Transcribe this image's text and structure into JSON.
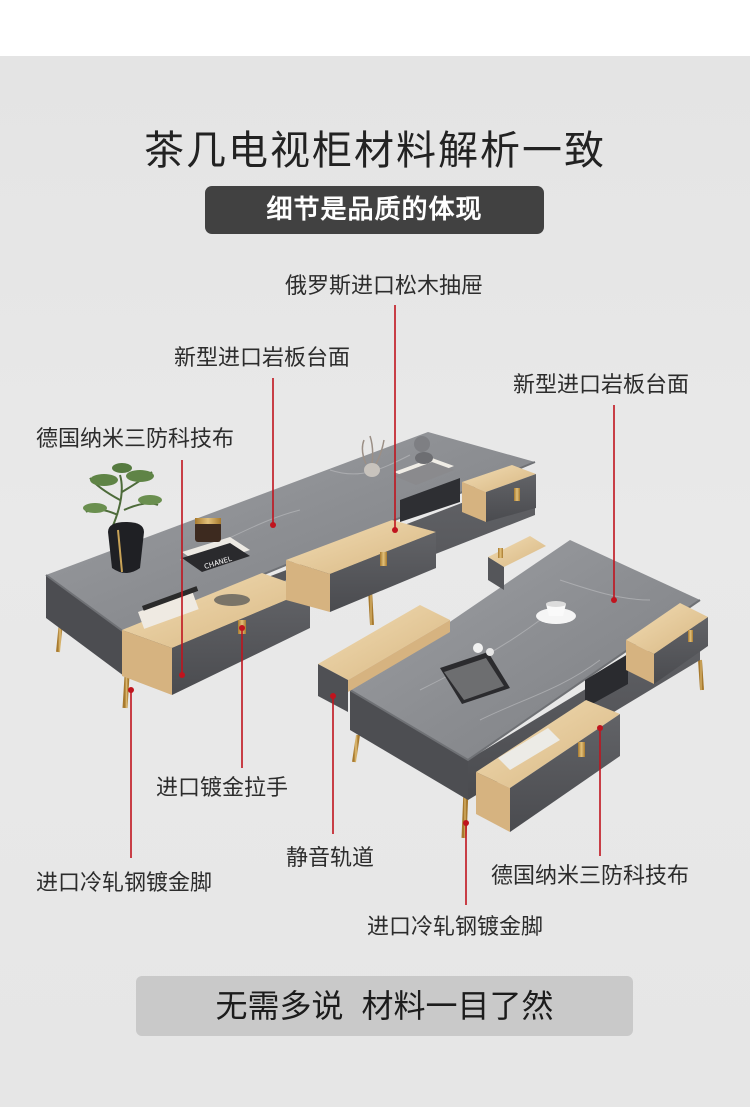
{
  "header": {
    "title": "茶几电视柜材料解析一致",
    "subtitle": "细节是品质的体现"
  },
  "labels": {
    "drawer_wood": "俄罗斯进口松木抽屉",
    "tv_slate": "新型进口岩板台面",
    "coffee_slate": "新型进口岩板台面",
    "tv_fabric": "德国纳米三防科技布",
    "handle": "进口镀金拉手",
    "tv_legs": "进口冷轧钢镀金脚",
    "rail": "静音轨道",
    "coffee_fabric": "德国纳米三防科技布",
    "coffee_legs": "进口冷轧钢镀金脚"
  },
  "footer": {
    "left": "无需多说",
    "right": "材料一目了然"
  },
  "props": {
    "book_text": "CHANEL"
  },
  "colors": {
    "background": "#e6e6e6",
    "banner_dark": "#414141",
    "banner_light": "#c9c9c9",
    "callout_red": "#c0141e",
    "slate": "#8e9094",
    "fabric": "#55565a",
    "pine_wood": "#e7cda1",
    "gold": "#c59a4a"
  }
}
